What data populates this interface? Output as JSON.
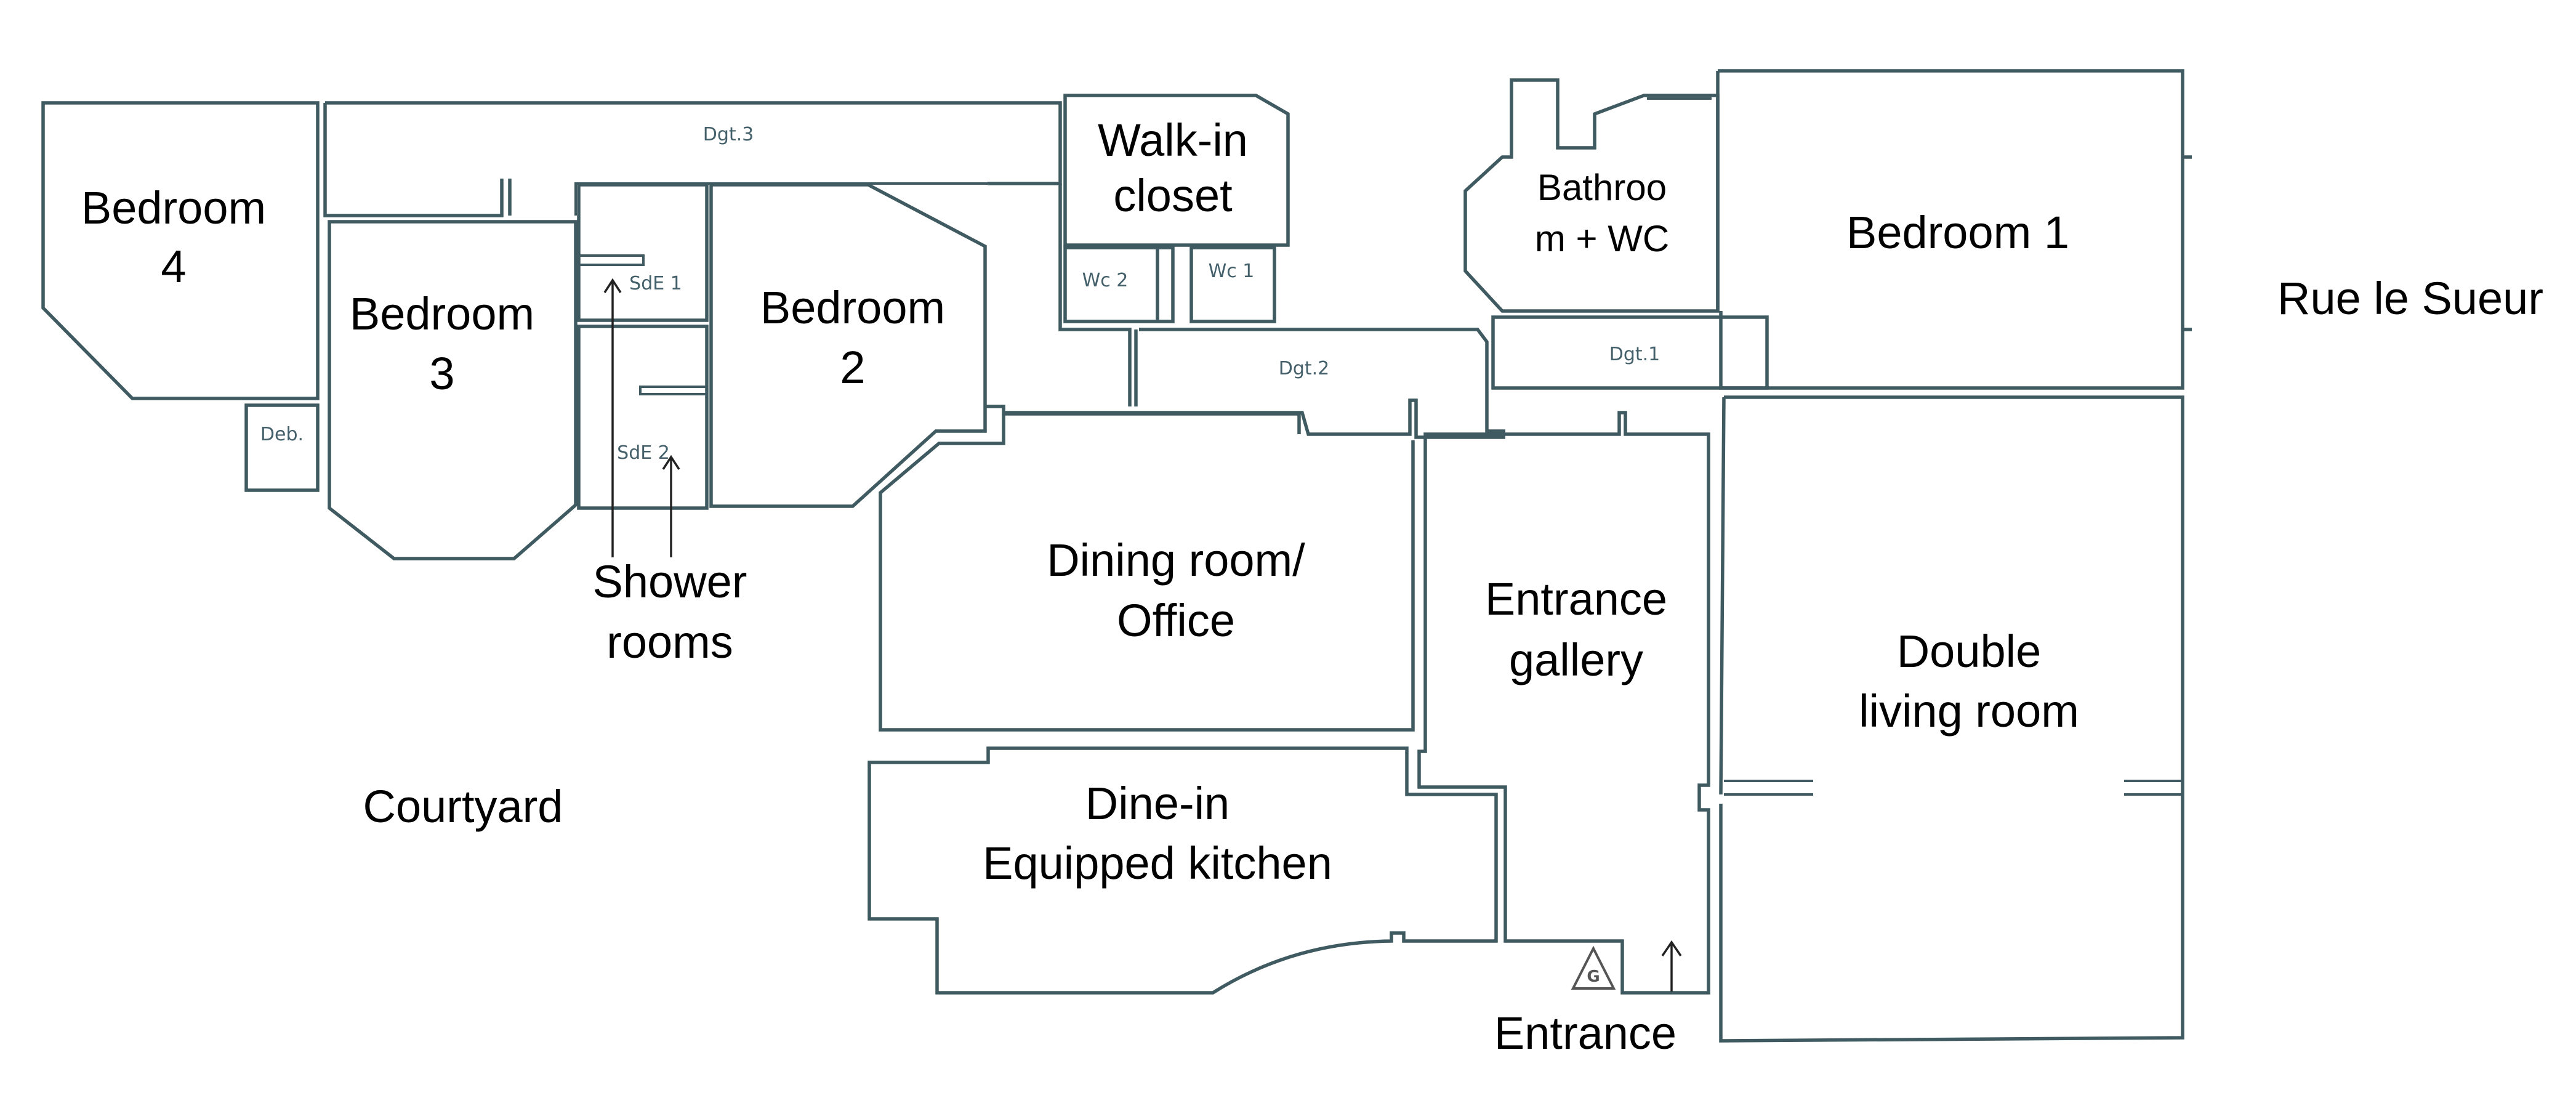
{
  "rooms": {
    "bedroom_4": [
      "Bedroom",
      "4"
    ],
    "bedroom_3": [
      "Bedroom",
      "3"
    ],
    "bedroom_2": [
      "Bedroom",
      "2"
    ],
    "bedroom_1": "Bedroom 1",
    "walk_in_closet": [
      "Walk-in",
      "closet"
    ],
    "bathroom_wc": [
      "Bathroo",
      "m + WC"
    ],
    "dining_office": [
      "Dining room/",
      "Office"
    ],
    "entrance_gallery": [
      "Entrance",
      "gallery"
    ],
    "double_living": [
      "Double",
      "living room"
    ],
    "kitchen": [
      "Dine-in",
      "Equipped kitchen"
    ],
    "shower_rooms": [
      "Shower",
      "rooms"
    ]
  },
  "small_labels": {
    "dgt3": "Dgt.3",
    "dgt2": "Dgt.2",
    "dgt1": "Dgt.1",
    "sde1": "SdE 1",
    "sde2": "SdE 2",
    "wc2": "Wc 2",
    "wc1": "Wc 1",
    "deb": "Deb."
  },
  "outside": {
    "courtyard": "Courtyard",
    "street": "Rue le Sueur",
    "entrance": "Entrance"
  },
  "symbols": {
    "gas": "G"
  },
  "colors": {
    "wall": "#3f5a60",
    "text": "#000000",
    "small_text": "#44606a"
  }
}
